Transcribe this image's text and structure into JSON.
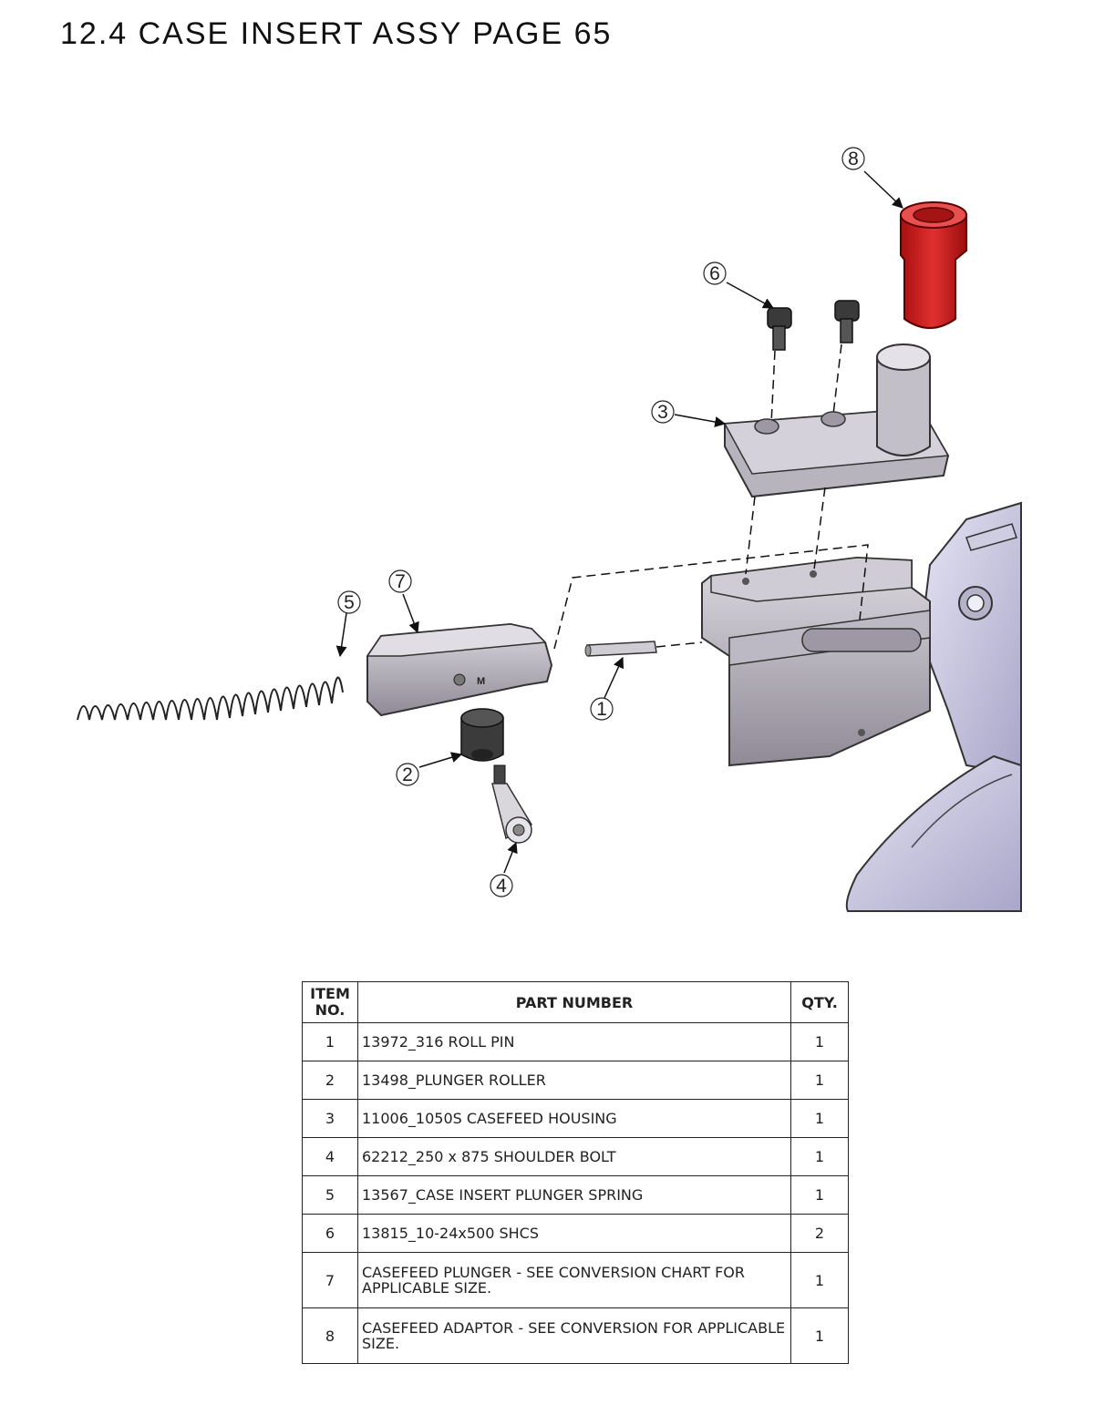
{
  "page": {
    "title": "12.4 CASE INSERT ASSY PAGE 65"
  },
  "diagram": {
    "callouts": [
      "1",
      "2",
      "3",
      "4",
      "5",
      "6",
      "7",
      "8"
    ],
    "plunger_mark": "M",
    "highlight_color": "#d32020",
    "part_color": "#b8b4bd",
    "base_color": "#c8c6dd"
  },
  "bom": {
    "headers": {
      "item": "ITEM NO.",
      "part": "PART NUMBER",
      "qty": "QTY."
    },
    "rows": [
      {
        "item": "1",
        "part": "13972_316 ROLL PIN",
        "qty": "1"
      },
      {
        "item": "2",
        "part": "13498_PLUNGER ROLLER",
        "qty": "1"
      },
      {
        "item": "3",
        "part": "11006_1050S CASEFEED HOUSING",
        "qty": "1"
      },
      {
        "item": "4",
        "part": "62212_250 x 875 SHOULDER BOLT",
        "qty": "1"
      },
      {
        "item": "5",
        "part": "13567_CASE INSERT PLUNGER SPRING",
        "qty": "1"
      },
      {
        "item": "6",
        "part": "13815_10-24x500 SHCS",
        "qty": "2"
      },
      {
        "item": "7",
        "part": "CASEFEED PLUNGER - SEE CONVERSION CHART FOR APPLICABLE SIZE.",
        "qty": "1"
      },
      {
        "item": "8",
        "part": "CASEFEED ADAPTOR - SEE CONVERSION FOR APPLICABLE SIZE.",
        "qty": "1"
      }
    ]
  }
}
